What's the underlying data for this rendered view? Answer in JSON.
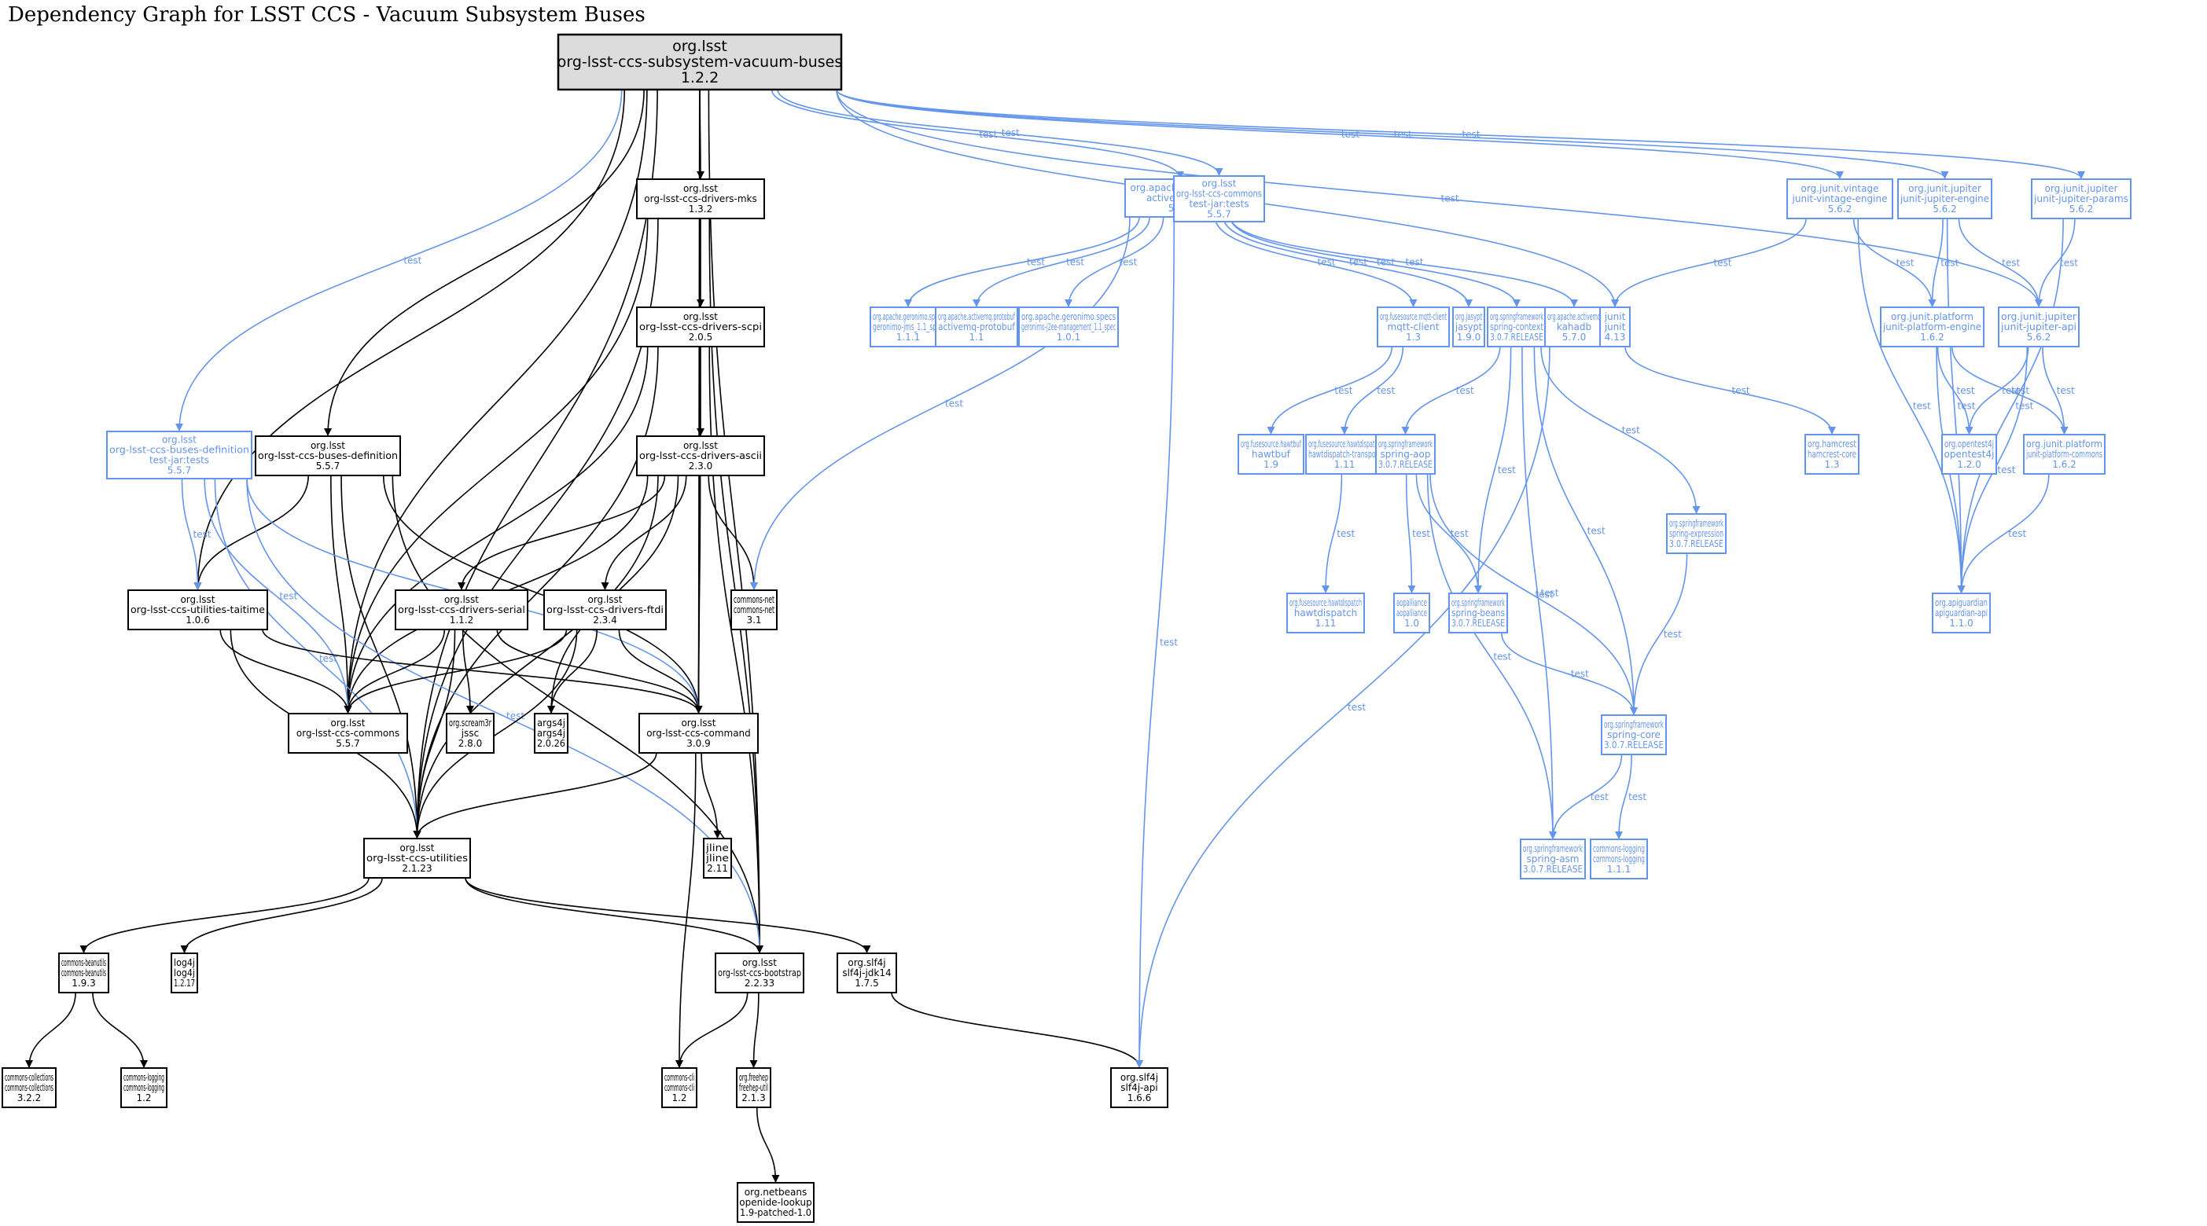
{
  "title": "Dependency Graph for LSST CCS - Vacuum Subsystem Buses",
  "colors": {
    "compile": "#000000",
    "test": "#6495ed",
    "root_fill": "#dcdcdc"
  },
  "edge_label": "test",
  "nodes": [
    {
      "id": "root",
      "group": "org.lsst",
      "artifact": "org-lsst-ccs-subsystem-vacuum-buses",
      "version": "1.2.2",
      "scope": "root"
    },
    {
      "id": "mks",
      "group": "org.lsst",
      "artifact": "org-lsst-ccs-drivers-mks",
      "version": "1.3.2",
      "scope": "compile"
    },
    {
      "id": "scpi",
      "group": "org.lsst",
      "artifact": "org-lsst-ccs-drivers-scpi",
      "version": "2.0.5",
      "scope": "compile"
    },
    {
      "id": "ascii",
      "group": "org.lsst",
      "artifact": "org-lsst-ccs-drivers-ascii",
      "version": "2.3.0",
      "scope": "compile"
    },
    {
      "id": "busdef_tests",
      "group": "org.lsst",
      "artifact": "org-lsst-ccs-buses-definition",
      "classifier": "test-jar:tests",
      "version": "5.5.7",
      "scope": "test"
    },
    {
      "id": "busdef",
      "group": "org.lsst",
      "artifact": "org-lsst-ccs-buses-definition",
      "version": "5.5.7",
      "scope": "compile"
    },
    {
      "id": "taitime",
      "group": "org.lsst",
      "artifact": "org-lsst-ccs-utilities-taitime",
      "version": "1.0.6",
      "scope": "compile"
    },
    {
      "id": "serial",
      "group": "org.lsst",
      "artifact": "org-lsst-ccs-drivers-serial",
      "version": "1.1.2",
      "scope": "compile"
    },
    {
      "id": "ftdi",
      "group": "org.lsst",
      "artifact": "org-lsst-ccs-drivers-ftdi",
      "version": "2.3.4",
      "scope": "compile"
    },
    {
      "id": "commonsnet",
      "group": "commons-net",
      "artifact": "commons-net",
      "version": "3.1",
      "scope": "compile"
    },
    {
      "id": "ccscommons",
      "group": "org.lsst",
      "artifact": "org-lsst-ccs-commons",
      "version": "5.5.7",
      "scope": "compile"
    },
    {
      "id": "jssc",
      "group": "org.scream3r",
      "artifact": "jssc",
      "version": "2.8.0",
      "scope": "compile"
    },
    {
      "id": "args4j",
      "group": "args4j",
      "artifact": "args4j",
      "version": "2.0.26",
      "scope": "compile"
    },
    {
      "id": "command",
      "group": "org.lsst",
      "artifact": "org-lsst-ccs-command",
      "version": "3.0.9",
      "scope": "compile"
    },
    {
      "id": "utilities",
      "group": "org.lsst",
      "artifact": "org-lsst-ccs-utilities",
      "version": "2.1.23",
      "scope": "compile"
    },
    {
      "id": "jline",
      "group": "jline",
      "artifact": "jline",
      "version": "2.11",
      "scope": "compile"
    },
    {
      "id": "beanutils",
      "group": "commons-beanutils",
      "artifact": "commons-beanutils",
      "version": "1.9.3",
      "scope": "compile"
    },
    {
      "id": "log4j",
      "group": "log4j",
      "artifact": "log4j",
      "version": "1.2.17",
      "scope": "compile"
    },
    {
      "id": "bootstrap",
      "group": "org.lsst",
      "artifact": "org-lsst-ccs-bootstrap",
      "version": "2.2.33",
      "scope": "compile"
    },
    {
      "id": "slf4jjdk",
      "group": "org.slf4j",
      "artifact": "slf4j-jdk14",
      "version": "1.7.5",
      "scope": "compile"
    },
    {
      "id": "collections",
      "group": "commons-collections",
      "artifact": "commons-collections",
      "version": "3.2.2",
      "scope": "compile"
    },
    {
      "id": "logging12",
      "group": "commons-logging",
      "artifact": "commons-logging",
      "version": "1.2",
      "scope": "compile"
    },
    {
      "id": "cli",
      "group": "commons-cli",
      "artifact": "commons-cli",
      "version": "1.2",
      "scope": "compile"
    },
    {
      "id": "freehep",
      "group": "org.freehep",
      "artifact": "freehep-util",
      "version": "2.1.3",
      "scope": "compile"
    },
    {
      "id": "slf4japi",
      "group": "org.slf4j",
      "artifact": "slf4j-api",
      "version": "1.6.6",
      "scope": "compile"
    },
    {
      "id": "lookup",
      "group": "org.netbeans",
      "artifact": "openide-lookup",
      "version": "1.9-patched-1.0",
      "scope": "compile"
    },
    {
      "id": "amqcore",
      "group": "org.apache.activemq",
      "artifact": "activemq-core",
      "version": "5.7.0",
      "scope": "test"
    },
    {
      "id": "commons_tests",
      "group": "org.lsst",
      "artifact": "org-lsst-ccs-commons",
      "classifier": "test-jar:tests",
      "version": "5.5.7",
      "scope": "test"
    },
    {
      "id": "vintage",
      "group": "org.junit.vintage",
      "artifact": "junit-vintage-engine",
      "version": "5.6.2",
      "scope": "test"
    },
    {
      "id": "jupeng",
      "group": "org.junit.jupiter",
      "artifact": "junit-jupiter-engine",
      "version": "5.6.2",
      "scope": "test"
    },
    {
      "id": "juparams",
      "group": "org.junit.jupiter",
      "artifact": "junit-jupiter-params",
      "version": "5.6.2",
      "scope": "test"
    },
    {
      "id": "jms",
      "group": "org.apache.geronimo.specs",
      "artifact": "geronimo-jms_1.1_spec",
      "version": "1.1.1",
      "scope": "test"
    },
    {
      "id": "protobuf",
      "group": "org.apache.activemq.protobuf",
      "artifact": "activemq-protobuf",
      "version": "1.1",
      "scope": "test"
    },
    {
      "id": "j2ee",
      "group": "org.apache.geronimo.specs",
      "artifact": "geronimo-j2ee-management_1.1_spec",
      "version": "1.0.1",
      "scope": "test"
    },
    {
      "id": "mqtt",
      "group": "org.fusesource.mqtt-client",
      "artifact": "mqtt-client",
      "version": "1.3",
      "scope": "test"
    },
    {
      "id": "jasypt",
      "group": "org.jasypt",
      "artifact": "jasypt",
      "version": "1.9.0",
      "scope": "test"
    },
    {
      "id": "springctx",
      "group": "org.springframework",
      "artifact": "spring-context",
      "version": "3.0.7.RELEASE",
      "scope": "test"
    },
    {
      "id": "kahadb",
      "group": "org.apache.activemq",
      "artifact": "kahadb",
      "version": "5.7.0",
      "scope": "test"
    },
    {
      "id": "junit",
      "group": "junit",
      "artifact": "junit",
      "version": "4.13",
      "scope": "test"
    },
    {
      "id": "platengine",
      "group": "org.junit.platform",
      "artifact": "junit-platform-engine",
      "version": "1.6.2",
      "scope": "test"
    },
    {
      "id": "jupapi",
      "group": "org.junit.jupiter",
      "artifact": "junit-jupiter-api",
      "version": "5.6.2",
      "scope": "test"
    },
    {
      "id": "hawtbuf",
      "group": "org.fusesource.hawtbuf",
      "artifact": "hawtbuf",
      "version": "1.9",
      "scope": "test"
    },
    {
      "id": "hdtransport",
      "group": "org.fusesource.hawtdispatch",
      "artifact": "hawtdispatch-transport",
      "version": "1.11",
      "scope": "test"
    },
    {
      "id": "springaop",
      "group": "org.springframework",
      "artifact": "spring-aop",
      "version": "3.0.7.RELEASE",
      "scope": "test"
    },
    {
      "id": "hamcrest",
      "group": "org.hamcrest",
      "artifact": "hamcrest-core",
      "version": "1.3",
      "scope": "test"
    },
    {
      "id": "opentest4j",
      "group": "org.opentest4j",
      "artifact": "opentest4j",
      "version": "1.2.0",
      "scope": "test"
    },
    {
      "id": "platcommons",
      "group": "org.junit.platform",
      "artifact": "junit-platform-commons",
      "version": "1.6.2",
      "scope": "test"
    },
    {
      "id": "springexpr",
      "group": "org.springframework",
      "artifact": "spring-expression",
      "version": "3.0.7.RELEASE",
      "scope": "test"
    },
    {
      "id": "hawtdispatch",
      "group": "org.fusesource.hawtdispatch",
      "artifact": "hawtdispatch",
      "version": "1.11",
      "scope": "test"
    },
    {
      "id": "aopalliance",
      "group": "aopalliance",
      "artifact": "aopalliance",
      "version": "1.0",
      "scope": "test"
    },
    {
      "id": "springbeans",
      "group": "org.springframework",
      "artifact": "spring-beans",
      "version": "3.0.7.RELEASE",
      "scope": "test"
    },
    {
      "id": "apiguardian",
      "group": "org.apiguardian",
      "artifact": "apiguardian-api",
      "version": "1.1.0",
      "scope": "test"
    },
    {
      "id": "springcore",
      "group": "org.springframework",
      "artifact": "spring-core",
      "version": "3.0.7.RELEASE",
      "scope": "test"
    },
    {
      "id": "springasm",
      "group": "org.springframework",
      "artifact": "spring-asm",
      "version": "3.0.7.RELEASE",
      "scope": "test"
    },
    {
      "id": "logging111",
      "group": "commons-logging",
      "artifact": "commons-logging",
      "version": "1.1.1",
      "scope": "test"
    }
  ],
  "edges": [
    {
      "from": "root",
      "to": "mks",
      "scope": "compile"
    },
    {
      "from": "root",
      "to": "busdef",
      "scope": "compile"
    },
    {
      "from": "root",
      "to": "taitime",
      "scope": "compile"
    },
    {
      "from": "root",
      "to": "ccscommons",
      "scope": "compile"
    },
    {
      "from": "root",
      "to": "utilities",
      "scope": "compile"
    },
    {
      "from": "root",
      "to": "command",
      "scope": "compile"
    },
    {
      "from": "root",
      "to": "bootstrap",
      "scope": "compile"
    },
    {
      "from": "root",
      "to": "busdef_tests",
      "scope": "test"
    },
    {
      "from": "root",
      "to": "amqcore",
      "scope": "test"
    },
    {
      "from": "root",
      "to": "commons_tests",
      "scope": "test"
    },
    {
      "from": "root",
      "to": "junit",
      "scope": "test"
    },
    {
      "from": "root",
      "to": "vintage",
      "scope": "test"
    },
    {
      "from": "root",
      "to": "jupeng",
      "scope": "test"
    },
    {
      "from": "root",
      "to": "jupapi",
      "scope": "test"
    },
    {
      "from": "root",
      "to": "juparams",
      "scope": "test"
    },
    {
      "from": "mks",
      "to": "scpi",
      "scope": "compile"
    },
    {
      "from": "mks",
      "to": "ccscommons",
      "scope": "compile"
    },
    {
      "from": "mks",
      "to": "utilities",
      "scope": "compile"
    },
    {
      "from": "mks",
      "to": "command",
      "scope": "compile"
    },
    {
      "from": "mks",
      "to": "bootstrap",
      "scope": "compile"
    },
    {
      "from": "scpi",
      "to": "ascii",
      "scope": "compile"
    },
    {
      "from": "scpi",
      "to": "ccscommons",
      "scope": "compile"
    },
    {
      "from": "scpi",
      "to": "utilities",
      "scope": "compile"
    },
    {
      "from": "scpi",
      "to": "command",
      "scope": "compile"
    },
    {
      "from": "scpi",
      "to": "bootstrap",
      "scope": "compile"
    },
    {
      "from": "ascii",
      "to": "serial",
      "scope": "compile"
    },
    {
      "from": "ascii",
      "to": "ftdi",
      "scope": "compile"
    },
    {
      "from": "ascii",
      "to": "commonsnet",
      "scope": "compile"
    },
    {
      "from": "ascii",
      "to": "ccscommons",
      "scope": "compile"
    },
    {
      "from": "ascii",
      "to": "args4j",
      "scope": "compile"
    },
    {
      "from": "ascii",
      "to": "command",
      "scope": "compile"
    },
    {
      "from": "ascii",
      "to": "utilities",
      "scope": "compile"
    },
    {
      "from": "busdef",
      "to": "taitime",
      "scope": "compile"
    },
    {
      "from": "busdef",
      "to": "ccscommons",
      "scope": "compile"
    },
    {
      "from": "busdef",
      "to": "command",
      "scope": "compile"
    },
    {
      "from": "busdef",
      "to": "utilities",
      "scope": "compile"
    },
    {
      "from": "busdef",
      "to": "bootstrap",
      "scope": "compile"
    },
    {
      "from": "busdef_tests",
      "to": "taitime",
      "scope": "test"
    },
    {
      "from": "busdef_tests",
      "to": "ccscommons",
      "scope": "test"
    },
    {
      "from": "busdef_tests",
      "to": "command",
      "scope": "test"
    },
    {
      "from": "busdef_tests",
      "to": "utilities",
      "scope": "test"
    },
    {
      "from": "busdef_tests",
      "to": "bootstrap",
      "scope": "test"
    },
    {
      "from": "taitime",
      "to": "ccscommons",
      "scope": "compile"
    },
    {
      "from": "taitime",
      "to": "command",
      "scope": "compile"
    },
    {
      "from": "taitime",
      "to": "utilities",
      "scope": "compile"
    },
    {
      "from": "serial",
      "to": "ccscommons",
      "scope": "compile"
    },
    {
      "from": "serial",
      "to": "jssc",
      "scope": "compile"
    },
    {
      "from": "serial",
      "to": "command",
      "scope": "compile"
    },
    {
      "from": "serial",
      "to": "utilities",
      "scope": "compile"
    },
    {
      "from": "ftdi",
      "to": "ccscommons",
      "scope": "compile"
    },
    {
      "from": "ftdi",
      "to": "args4j",
      "scope": "compile"
    },
    {
      "from": "ftdi",
      "to": "command",
      "scope": "compile"
    },
    {
      "from": "ftdi",
      "to": "utilities",
      "scope": "compile"
    },
    {
      "from": "command",
      "to": "jline",
      "scope": "compile"
    },
    {
      "from": "command",
      "to": "utilities",
      "scope": "compile"
    },
    {
      "from": "command",
      "to": "cli",
      "scope": "compile"
    },
    {
      "from": "utilities",
      "to": "beanutils",
      "scope": "compile"
    },
    {
      "from": "utilities",
      "to": "log4j",
      "scope": "compile"
    },
    {
      "from": "utilities",
      "to": "bootstrap",
      "scope": "compile"
    },
    {
      "from": "utilities",
      "to": "slf4jjdk",
      "scope": "compile"
    },
    {
      "from": "beanutils",
      "to": "collections",
      "scope": "compile"
    },
    {
      "from": "beanutils",
      "to": "logging12",
      "scope": "compile"
    },
    {
      "from": "bootstrap",
      "to": "cli",
      "scope": "compile"
    },
    {
      "from": "bootstrap",
      "to": "freehep",
      "scope": "compile"
    },
    {
      "from": "slf4jjdk",
      "to": "slf4japi",
      "scope": "compile"
    },
    {
      "from": "freehep",
      "to": "lookup",
      "scope": "compile"
    },
    {
      "from": "amqcore",
      "to": "commonsnet",
      "scope": "test"
    },
    {
      "from": "amqcore",
      "to": "jms",
      "scope": "test"
    },
    {
      "from": "amqcore",
      "to": "protobuf",
      "scope": "test"
    },
    {
      "from": "amqcore",
      "to": "j2ee",
      "scope": "test"
    },
    {
      "from": "amqcore",
      "to": "mqtt",
      "scope": "test"
    },
    {
      "from": "amqcore",
      "to": "jasypt",
      "scope": "test"
    },
    {
      "from": "amqcore",
      "to": "springctx",
      "scope": "test"
    },
    {
      "from": "amqcore",
      "to": "kahadb",
      "scope": "test"
    },
    {
      "from": "amqcore",
      "to": "slf4japi",
      "scope": "test"
    },
    {
      "from": "mqtt",
      "to": "hawtbuf",
      "scope": "test"
    },
    {
      "from": "mqtt",
      "to": "hdtransport",
      "scope": "test"
    },
    {
      "from": "hdtransport",
      "to": "hawtdispatch",
      "scope": "test"
    },
    {
      "from": "springctx",
      "to": "springaop",
      "scope": "test"
    },
    {
      "from": "springctx",
      "to": "springbeans",
      "scope": "test"
    },
    {
      "from": "springctx",
      "to": "springcore",
      "scope": "test"
    },
    {
      "from": "springctx",
      "to": "springexpr",
      "scope": "test"
    },
    {
      "from": "springctx",
      "to": "springasm",
      "scope": "test"
    },
    {
      "from": "springaop",
      "to": "aopalliance",
      "scope": "test"
    },
    {
      "from": "springaop",
      "to": "springbeans",
      "scope": "test"
    },
    {
      "from": "springaop",
      "to": "springcore",
      "scope": "test"
    },
    {
      "from": "springaop",
      "to": "springasm",
      "scope": "test"
    },
    {
      "from": "springexpr",
      "to": "springcore",
      "scope": "test"
    },
    {
      "from": "springbeans",
      "to": "springcore",
      "scope": "test"
    },
    {
      "from": "springcore",
      "to": "springasm",
      "scope": "test"
    },
    {
      "from": "springcore",
      "to": "logging111",
      "scope": "test"
    },
    {
      "from": "kahadb",
      "to": "slf4japi",
      "scope": "test"
    },
    {
      "from": "vintage",
      "to": "junit",
      "scope": "test"
    },
    {
      "from": "vintage",
      "to": "platengine",
      "scope": "test"
    },
    {
      "from": "vintage",
      "to": "apiguardian",
      "scope": "test"
    },
    {
      "from": "jupeng",
      "to": "platengine",
      "scope": "test"
    },
    {
      "from": "jupeng",
      "to": "jupapi",
      "scope": "test"
    },
    {
      "from": "jupeng",
      "to": "apiguardian",
      "scope": "test"
    },
    {
      "from": "juparams",
      "to": "jupapi",
      "scope": "test"
    },
    {
      "from": "juparams",
      "to": "apiguardian",
      "scope": "test"
    },
    {
      "from": "junit",
      "to": "hamcrest",
      "scope": "test"
    },
    {
      "from": "platengine",
      "to": "opentest4j",
      "scope": "test"
    },
    {
      "from": "platengine",
      "to": "platcommons",
      "scope": "test"
    },
    {
      "from": "platengine",
      "to": "apiguardian",
      "scope": "test"
    },
    {
      "from": "jupapi",
      "to": "opentest4j",
      "scope": "test"
    },
    {
      "from": "jupapi",
      "to": "platcommons",
      "scope": "test"
    },
    {
      "from": "jupapi",
      "to": "apiguardian",
      "scope": "test"
    },
    {
      "from": "platcommons",
      "to": "apiguardian",
      "scope": "test"
    }
  ]
}
